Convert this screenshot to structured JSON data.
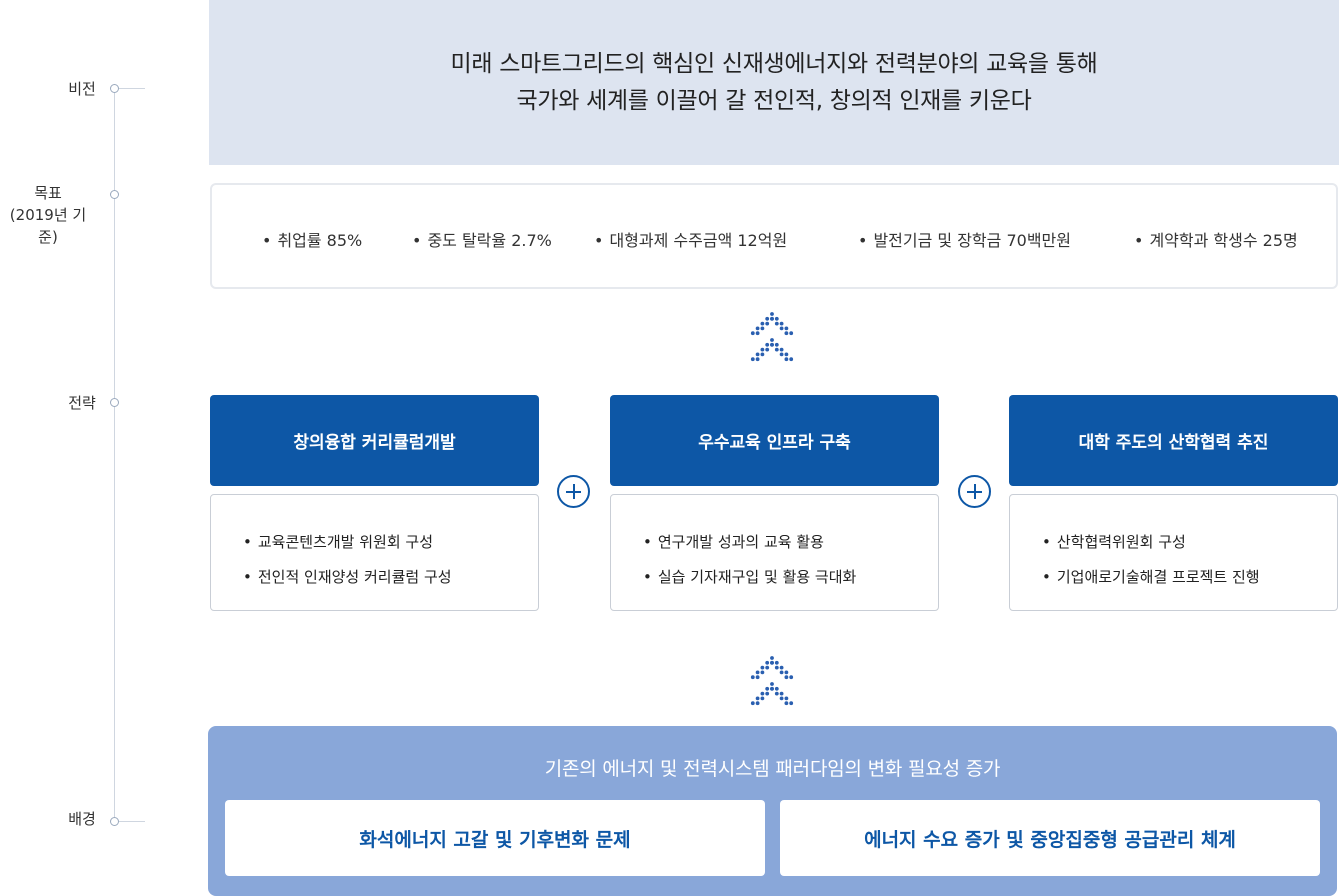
{
  "timeline": {
    "vision": "비전",
    "goal_line1": "목표",
    "goal_line2": "(2019년 기준)",
    "strategy": "전략",
    "background": "배경"
  },
  "vision": {
    "line1": "미래 스마트그리드의 핵심인 신재생에너지와 전력분야의 교육을 통해",
    "line2": "국가와 세계를 이끌어 갈 전인적, 창의적 인재를 키운다"
  },
  "bullet": "•",
  "goals": [
    "취업률 85%",
    "중도 탈락율 2.7%",
    "대형과제 수주금액 12억원",
    "발전기금 및 장학금 70백만원",
    "계약학과 학생수 25명"
  ],
  "strategies": [
    {
      "title": "창의융합 커리큘럼개발",
      "items": [
        "교육콘텐츠개발 위원회 구성",
        "전인적 인재양성 커리큘럼 구성"
      ]
    },
    {
      "title": "우수교육 인프라 구축",
      "items": [
        "연구개발 성과의 교육 활용",
        "실습 기자재구입 및 활용 극대화"
      ]
    },
    {
      "title": "대학 주도의 산학협력 추진",
      "items": [
        "산학협력위원회 구성",
        "기업애로기술해결 프로젝트 진행"
      ]
    }
  ],
  "background": {
    "title": "기존의 에너지 및 전력시스템 패러다임의 변화 필요성 증가",
    "cards": [
      "화석에너지 고갈 및 기후변화 문제",
      "에너지 수요 증가 및 중앙집중형 공급관리 체계"
    ]
  },
  "colors": {
    "primary": "#0d57a6",
    "vision_bg": "#dde4f0",
    "background_bg": "#89a7d9",
    "chevron": "#2a5fb0"
  },
  "icons": {
    "chevron": "double-chevron-up-icon",
    "plus": "plus-circle-icon"
  }
}
